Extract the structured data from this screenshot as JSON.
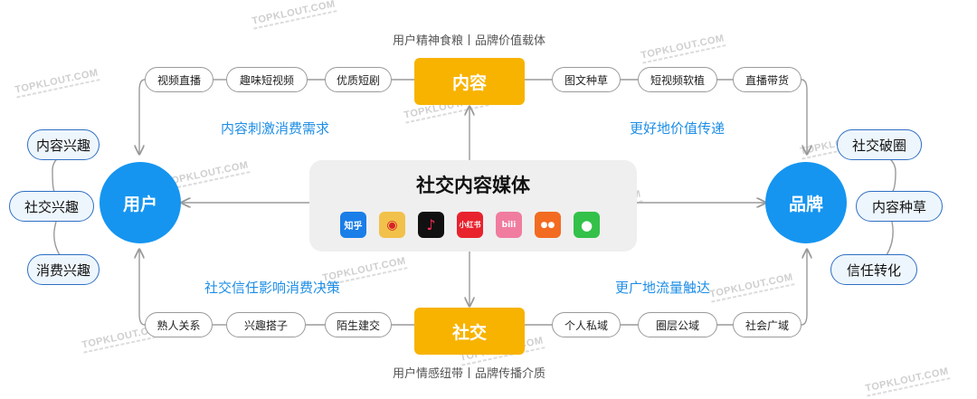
{
  "watermark": "TOPKLOUT.COM",
  "top_caption": "用户精神食粮丨品牌价值载体",
  "bottom_caption": "用户情感纽带丨品牌传播介质",
  "content_node": "内容",
  "social_node": "社交",
  "user_node": "用户",
  "brand_node": "品牌",
  "center": {
    "title": "社交内容媒体",
    "apps": [
      {
        "name": "zhihu",
        "label": "知乎",
        "color": "#1a7ee8"
      },
      {
        "name": "weibo",
        "label": "◉",
        "color": "#f2c14b"
      },
      {
        "name": "douyin",
        "label": "♪",
        "color": "#111111"
      },
      {
        "name": "xiaohongshu",
        "label": "小红书",
        "color": "#e8232d"
      },
      {
        "name": "bilibili",
        "label": "bili",
        "color": "#f07ca0"
      },
      {
        "name": "kuaishou",
        "label": "●●",
        "color": "#f26b21"
      },
      {
        "name": "wechat",
        "label": "●",
        "color": "#33c149"
      }
    ]
  },
  "top_left_pills": [
    "视频直播",
    "趣味短视频",
    "优质短剧"
  ],
  "top_right_pills": [
    "图文种草",
    "短视频软植",
    "直播带货"
  ],
  "bottom_left_pills": [
    "熟人关系",
    "兴趣搭子",
    "陌生建交"
  ],
  "bottom_right_pills": [
    "个人私域",
    "圈层公域",
    "社会广域"
  ],
  "user_interests": [
    "内容兴趣",
    "社交兴趣",
    "消费兴趣"
  ],
  "brand_effects": [
    "社交破圈",
    "内容种草",
    "信任转化"
  ],
  "labels": {
    "top_left": "内容刺激消费需求",
    "top_right": "更好地价值传递",
    "bottom_left": "社交信任影响消费决策",
    "bottom_right": "更广地流量触达"
  }
}
